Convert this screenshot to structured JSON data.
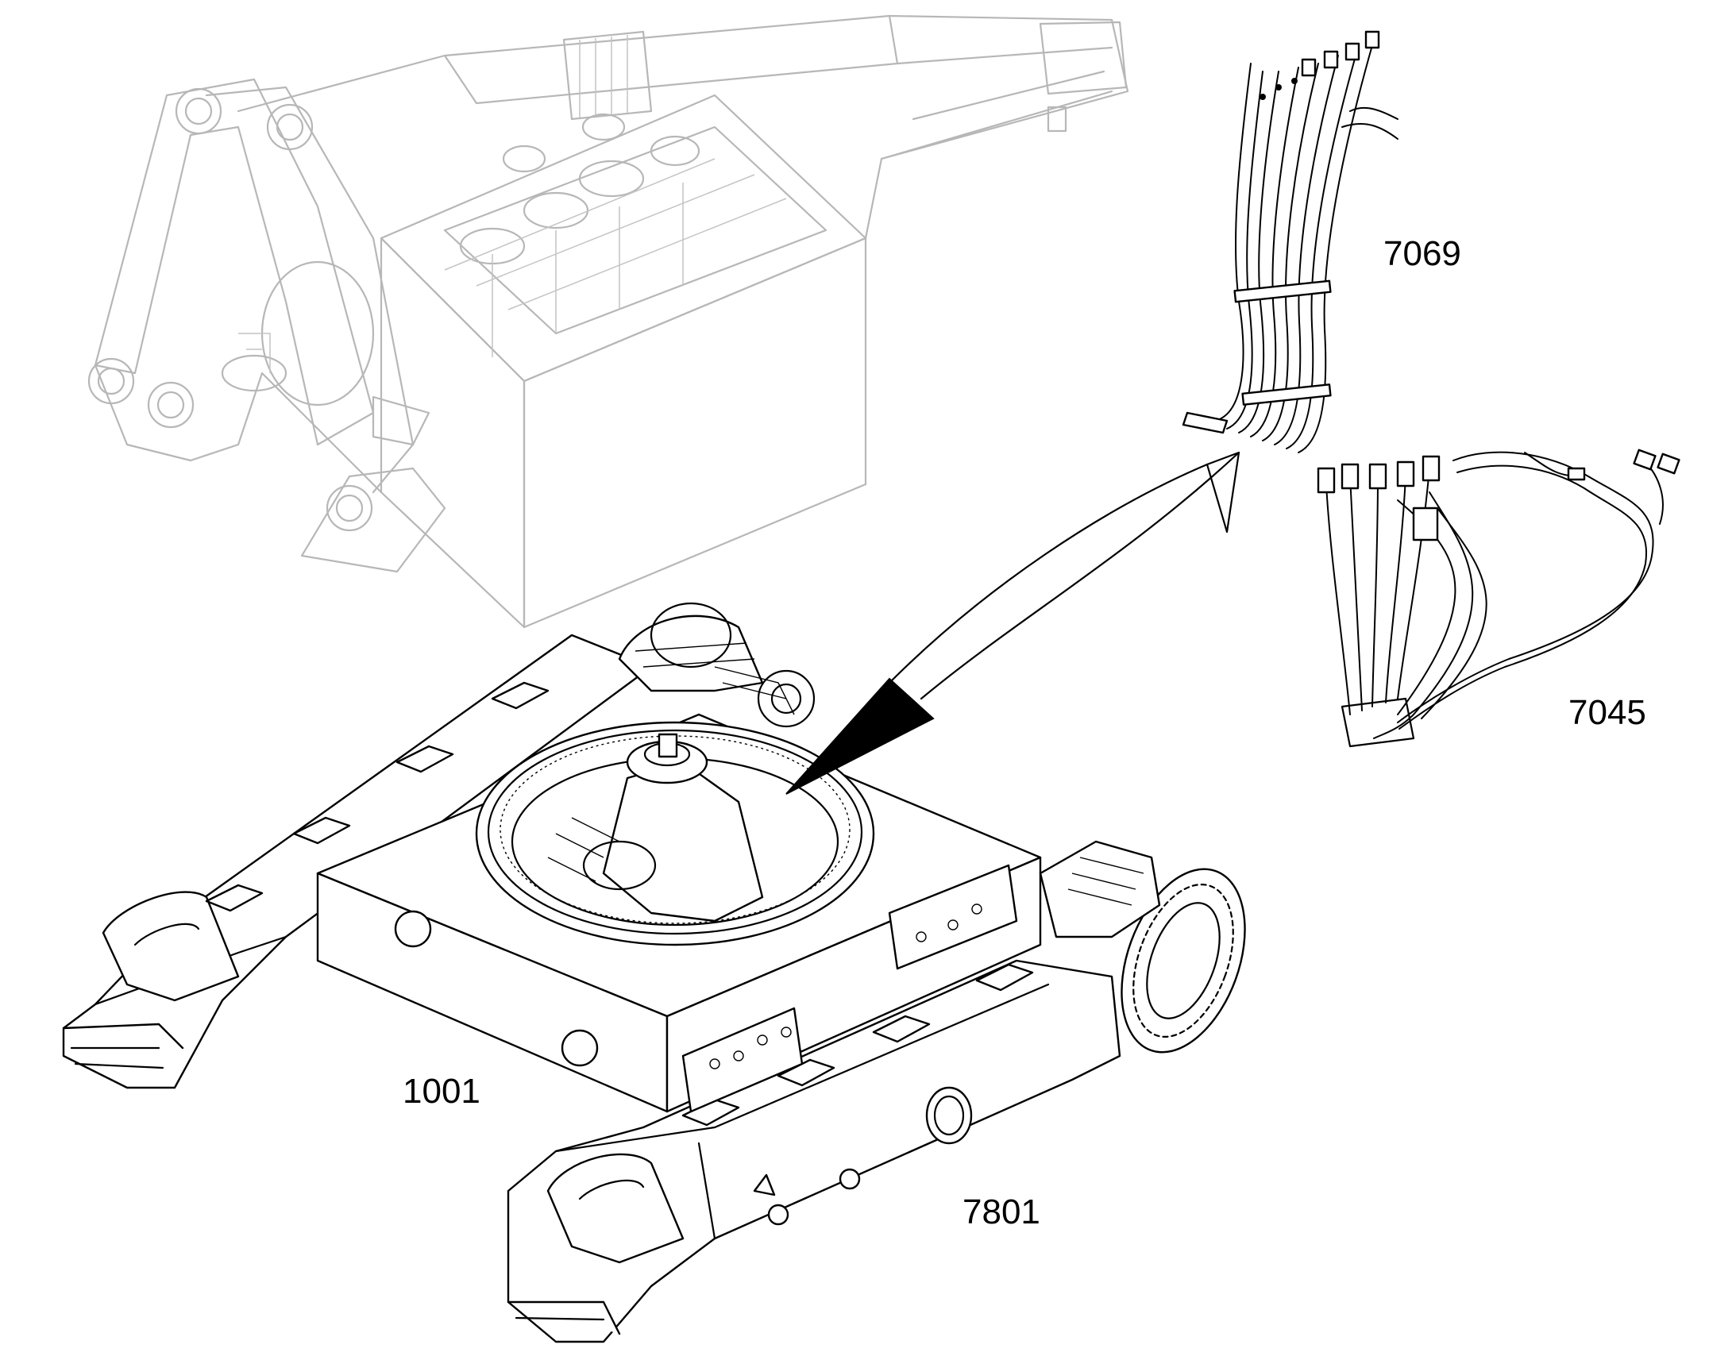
{
  "diagram": {
    "callouts": [
      {
        "id": "upper-carriage",
        "label": "1001"
      },
      {
        "id": "undercarriage",
        "label": "7801"
      },
      {
        "id": "hose-set-a",
        "label": "7069"
      },
      {
        "id": "hose-set-b",
        "label": "7045"
      }
    ],
    "colors": {
      "line": "#000000",
      "faded_line": "#b7b7b7",
      "background": "#ffffff",
      "pointer_fill": "#000000"
    }
  }
}
